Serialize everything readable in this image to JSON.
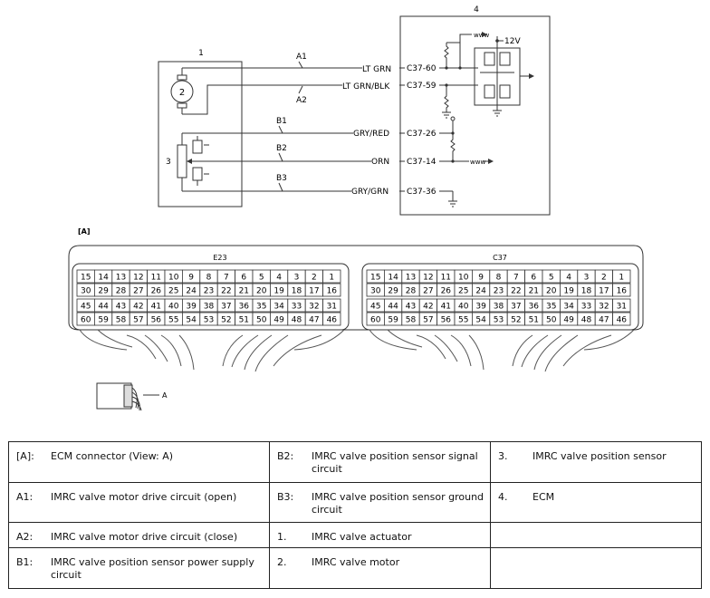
{
  "diagram": {
    "block_labels": {
      "ecm_box_number": "4",
      "actuator_box_number": "1",
      "sensor_number": "3",
      "motor_number": "2",
      "view_label": "[A]"
    },
    "supply_voltage": "12V",
    "wires": [
      {
        "id": "A1",
        "color": "LT GRN",
        "terminal": "C37-60"
      },
      {
        "id": "A2",
        "color": "LT GRN/BLK",
        "terminal": "C37-59"
      },
      {
        "id": "B1",
        "color": "GRY/RED",
        "terminal": "C37-26"
      },
      {
        "id": "B2",
        "color": "ORN",
        "terminal": "C37-14"
      },
      {
        "id": "B3",
        "color": "GRY/GRN",
        "terminal": "C37-36"
      }
    ],
    "connectors": [
      {
        "name": "E23",
        "rows": [
          [
            "15",
            "14",
            "13",
            "12",
            "11",
            "10",
            "9",
            "8",
            "7",
            "6",
            "5",
            "4",
            "3",
            "2",
            "1"
          ],
          [
            "30",
            "29",
            "28",
            "27",
            "26",
            "25",
            "24",
            "23",
            "22",
            "21",
            "20",
            "19",
            "18",
            "17",
            "16"
          ],
          [
            "45",
            "44",
            "43",
            "42",
            "41",
            "40",
            "39",
            "38",
            "37",
            "36",
            "35",
            "34",
            "33",
            "32",
            "31"
          ],
          [
            "60",
            "59",
            "58",
            "57",
            "56",
            "55",
            "54",
            "53",
            "52",
            "51",
            "50",
            "49",
            "48",
            "47",
            "46"
          ]
        ]
      },
      {
        "name": "C37",
        "rows": [
          [
            "15",
            "14",
            "13",
            "12",
            "11",
            "10",
            "9",
            "8",
            "7",
            "6",
            "5",
            "4",
            "3",
            "2",
            "1"
          ],
          [
            "30",
            "29",
            "28",
            "27",
            "26",
            "25",
            "24",
            "23",
            "22",
            "21",
            "20",
            "19",
            "18",
            "17",
            "16"
          ],
          [
            "45",
            "44",
            "43",
            "42",
            "41",
            "40",
            "39",
            "38",
            "37",
            "36",
            "35",
            "34",
            "33",
            "32",
            "31"
          ],
          [
            "60",
            "59",
            "58",
            "57",
            "56",
            "55",
            "54",
            "53",
            "52",
            "51",
            "50",
            "49",
            "48",
            "47",
            "46"
          ]
        ]
      }
    ],
    "view_pointer_label": "A"
  },
  "legend": {
    "rows": [
      [
        {
          "key": "[A]:",
          "text": "ECM connector (View: A)"
        },
        {
          "key": "B2:",
          "text": "IMRC valve position sensor signal circuit"
        },
        {
          "key": "3.",
          "text": "IMRC valve position sensor"
        }
      ],
      [
        {
          "key": "A1:",
          "text": "IMRC valve motor drive circuit (open)"
        },
        {
          "key": "B3:",
          "text": "IMRC valve position sensor ground circuit"
        },
        {
          "key": "4.",
          "text": "ECM"
        }
      ],
      [
        {
          "key": "A2:",
          "text": "IMRC valve motor drive circuit (close)"
        },
        {
          "key": "1.",
          "text": "IMRC valve actuator"
        },
        {
          "key": "",
          "text": ""
        }
      ],
      [
        {
          "key": "B1:",
          "text": "IMRC valve position sensor power supply circuit"
        },
        {
          "key": "2.",
          "text": "IMRC valve motor"
        },
        {
          "key": "",
          "text": ""
        }
      ]
    ]
  }
}
